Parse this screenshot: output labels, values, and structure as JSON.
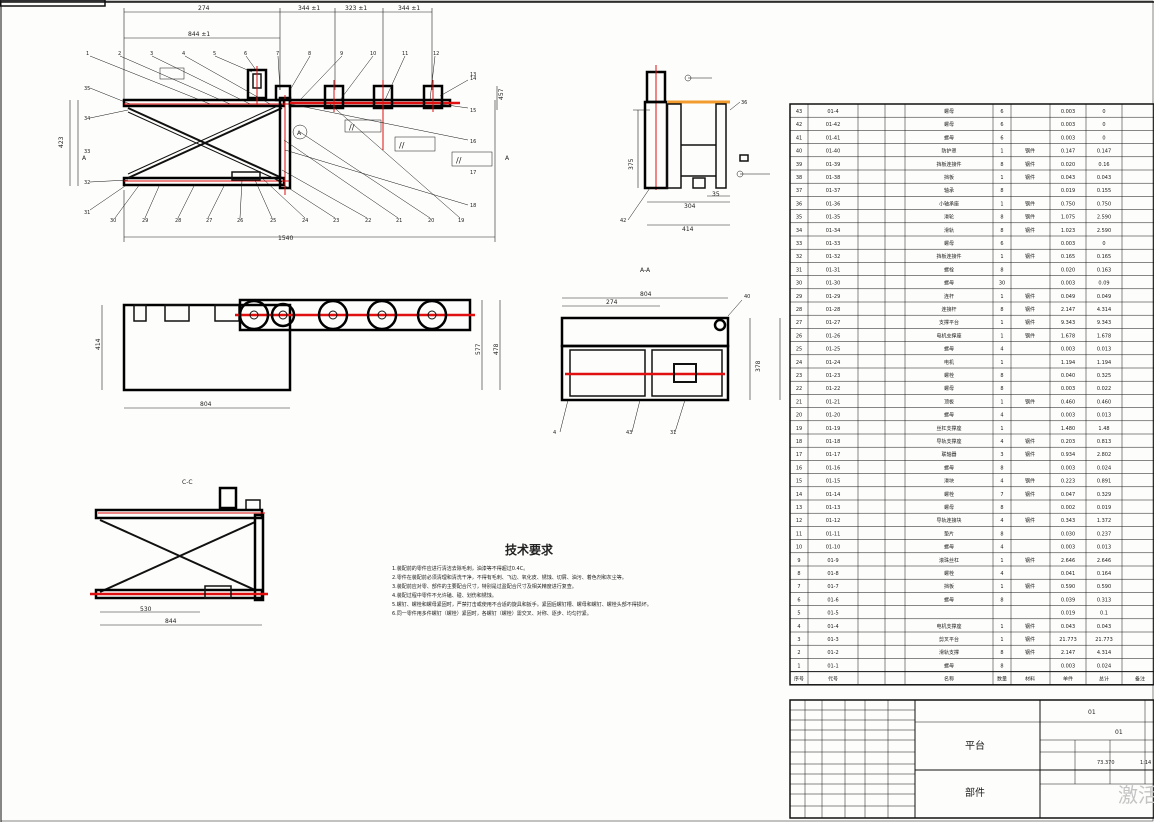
{
  "top_dims": [
    "274",
    "344 ±1",
    "323 ±1",
    "344 ±1",
    "844 ±1",
    "1540",
    "423",
    "457"
  ],
  "top_view_callouts": [
    "1",
    "2",
    "3",
    "4",
    "5",
    "6",
    "7",
    "8",
    "9",
    "10",
    "11",
    "12",
    "13",
    "14",
    "15",
    "16",
    "17",
    "18",
    "19",
    "20",
    "21",
    "22",
    "23",
    "24",
    "25",
    "26",
    "27",
    "28",
    "29",
    "30",
    "31",
    "32",
    "33",
    "34",
    "35"
  ],
  "side_view_dims": [
    "304",
    "414",
    "35",
    "375"
  ],
  "side_view_callouts": [
    "36",
    "42"
  ],
  "plan_dims": [
    "804",
    "414",
    "577",
    "478"
  ],
  "section_aa": {
    "label": "A-A",
    "dims": [
      "804",
      "274",
      "378"
    ],
    "callouts": [
      "40",
      "4",
      "43",
      "31"
    ]
  },
  "section_cc": {
    "label": "C-C",
    "dims": [
      "530",
      "844"
    ]
  },
  "tech_requirements": {
    "title": "技术要求",
    "items": [
      "1.装配前的零件应进行清洁去除毛刺，油漆等不得超过0.4C。",
      "2.零件在装配前必须清理和清洗干净，不得有毛刺、飞边、氧化皮、锈蚀、切屑、油污、着色剂和灰尘等。",
      "3.装配前应对零、部件的主要配合尺寸，特别是过盈配合尺寸及相关精度进行复查。",
      "4.装配过程中零件不允许磕、碰、划伤和锈蚀。",
      "5.螺钉、螺栓和螺母紧固时，严禁打击或使用不合适的旋具和扳手。紧固后螺钉槽、螺母和螺钉、螺栓头部不得损坏。",
      "6.同一零件用多件螺钉（螺栓）紧固时，各螺钉（螺栓）需交叉、对称、逐步、均匀拧紧。"
    ]
  },
  "bom": {
    "rows": [
      [
        "43",
        "01-4",
        "螺母",
        "6",
        "",
        "0.003",
        "0"
      ],
      [
        "42",
        "01-42",
        "螺母",
        "6",
        "",
        "0.003",
        "0"
      ],
      [
        "41",
        "01-41",
        "螺母",
        "6",
        "",
        "0.003",
        "0"
      ],
      [
        "40",
        "01-40",
        "防护罩",
        "1",
        "钢件",
        "0.147",
        "0.147"
      ],
      [
        "39",
        "01-39",
        "挡板连接件",
        "8",
        "钢件",
        "0.020",
        "0.16"
      ],
      [
        "38",
        "01-38",
        "挡板",
        "1",
        "钢件",
        "0.043",
        "0.043"
      ],
      [
        "37",
        "01-37",
        "轴承",
        "8",
        "",
        "0.019",
        "0.155"
      ],
      [
        "36",
        "01-36",
        "小轴承座",
        "1",
        "钢件",
        "0.750",
        "0.750"
      ],
      [
        "35",
        "01-35",
        "滑轮",
        "8",
        "钢件",
        "1.075",
        "2.590"
      ],
      [
        "34",
        "01-34",
        "滑轨",
        "8",
        "钢件",
        "1.023",
        "2.590"
      ],
      [
        "33",
        "01-33",
        "螺母",
        "6",
        "",
        "0.003",
        "0"
      ],
      [
        "32",
        "01-32",
        "挡板连接件",
        "1",
        "钢件",
        "0.165",
        "0.165"
      ],
      [
        "31",
        "01-31",
        "螺栓",
        "8",
        "",
        "0.020",
        "0.163"
      ],
      [
        "30",
        "01-30",
        "螺母",
        "30",
        "",
        "0.003",
        "0.09"
      ],
      [
        "29",
        "01-29",
        "连杆",
        "1",
        "钢件",
        "0.049",
        "0.049"
      ],
      [
        "28",
        "01-28",
        "连接杆",
        "8",
        "钢件",
        "2.147",
        "4.314"
      ],
      [
        "27",
        "01-27",
        "支撑平台",
        "1",
        "钢件",
        "9.343",
        "9.343"
      ],
      [
        "26",
        "01-26",
        "电机支撑座",
        "1",
        "钢件",
        "1.678",
        "1.678"
      ],
      [
        "25",
        "01-25",
        "螺母",
        "4",
        "",
        "0.003",
        "0.013"
      ],
      [
        "24",
        "01-24",
        "电机",
        "1",
        "",
        "1.194",
        "1.194"
      ],
      [
        "23",
        "01-23",
        "螺栓",
        "8",
        "",
        "0.040",
        "0.325"
      ],
      [
        "22",
        "01-22",
        "螺母",
        "8",
        "",
        "0.003",
        "0.022"
      ],
      [
        "21",
        "01-21",
        "顶板",
        "1",
        "钢件",
        "0.460",
        "0.460"
      ],
      [
        "20",
        "01-20",
        "螺母",
        "4",
        "",
        "0.003",
        "0.013"
      ],
      [
        "19",
        "01-19",
        "丝杠支撑座",
        "1",
        "",
        "1.480",
        "1.48"
      ],
      [
        "18",
        "01-18",
        "导轨支撑座",
        "4",
        "钢件",
        "0.203",
        "0.813"
      ],
      [
        "17",
        "01-17",
        "联轴器",
        "3",
        "钢件",
        "0.934",
        "2.802"
      ],
      [
        "16",
        "01-16",
        "螺母",
        "8",
        "",
        "0.003",
        "0.024"
      ],
      [
        "15",
        "01-15",
        "滑块",
        "4",
        "钢件",
        "0.223",
        "0.891"
      ],
      [
        "14",
        "01-14",
        "螺栓",
        "7",
        "钢件",
        "0.047",
        "0.329"
      ],
      [
        "13",
        "01-13",
        "螺母",
        "8",
        "",
        "0.002",
        "0.019"
      ],
      [
        "12",
        "01-12",
        "导轨连接块",
        "4",
        "钢件",
        "0.343",
        "1.372"
      ],
      [
        "11",
        "01-11",
        "垫片",
        "8",
        "",
        "0.030",
        "0.237"
      ],
      [
        "10",
        "01-10",
        "螺母",
        "4",
        "",
        "0.003",
        "0.013"
      ],
      [
        "9",
        "01-9",
        "滚珠丝杠",
        "1",
        "钢件",
        "2.646",
        "2.646"
      ],
      [
        "8",
        "01-8",
        "螺栓",
        "4",
        "",
        "0.041",
        "0.164"
      ],
      [
        "7",
        "01-7",
        "挡板",
        "1",
        "钢件",
        "0.590",
        "0.590"
      ],
      [
        "6",
        "01-6",
        "螺母",
        "8",
        "",
        "0.039",
        "0.313"
      ],
      [
        "5",
        "01-5",
        "",
        "",
        "",
        "0.019",
        "0.1"
      ],
      [
        "4",
        "01-4",
        "电机支撑座",
        "1",
        "钢件",
        "0.043",
        "0.043"
      ],
      [
        "3",
        "01-3",
        "剪叉平台",
        "1",
        "钢件",
        "21.773",
        "21.773"
      ],
      [
        "2",
        "01-2",
        "滑轨支撑",
        "8",
        "钢件",
        "2.147",
        "4.314"
      ],
      [
        "1",
        "01-1",
        "螺母",
        "8",
        "",
        "0.003",
        "0.024"
      ]
    ],
    "headers": [
      "序号",
      "代号",
      "",
      "名称",
      "数量",
      "材料",
      "单件",
      "总计",
      "备注"
    ]
  },
  "title_block": {
    "drawing_no": "01",
    "drawing_no_2": "01",
    "product": "平台",
    "part_type": "部件",
    "mass": "73.370",
    "scale": "1:14",
    "watermark": "激活"
  }
}
